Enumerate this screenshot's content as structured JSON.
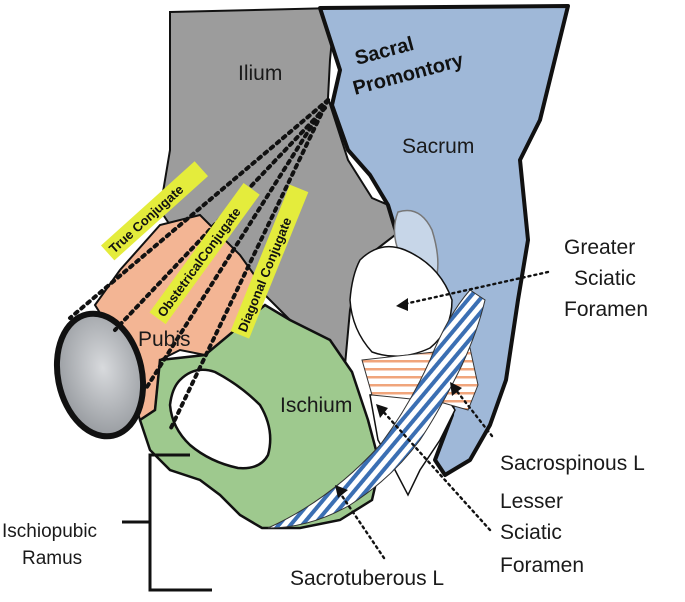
{
  "labels": {
    "ilium": "Ilium",
    "sacral_promontory_line1": "Sacral",
    "sacral_promontory_line2": "Promontory",
    "sacrum": "Sacrum",
    "pubis": "Pubis",
    "ischium": "Ischium",
    "greater_sciatic_1": "Greater",
    "greater_sciatic_2": "Sciatic",
    "greater_sciatic_3": "Foramen",
    "sacrospinous": "Sacrospinous L",
    "lesser_sciatic_1": "Lesser",
    "lesser_sciatic_2": "Sciatic",
    "lesser_sciatic_3": "Foramen",
    "sacrotuberous": "Sacrotuberous L",
    "ischiopubic_1": "Ischiopubic",
    "ischiopubic_2": "Ramus"
  },
  "conjugates": {
    "true": "True Conjugate",
    "obstetrical": "ObstetricalConjugate",
    "diagonal": "Diagonal Conjugate"
  },
  "colors": {
    "ilium": "#9c9c9c",
    "sacrum": "#9fb8d8",
    "pubis": "#f3b594",
    "ischium": "#9ec98e",
    "tag": "#e4ec3c",
    "ligament_blue": "#3b6fb3",
    "ligament_orange": "#f0a57c"
  }
}
